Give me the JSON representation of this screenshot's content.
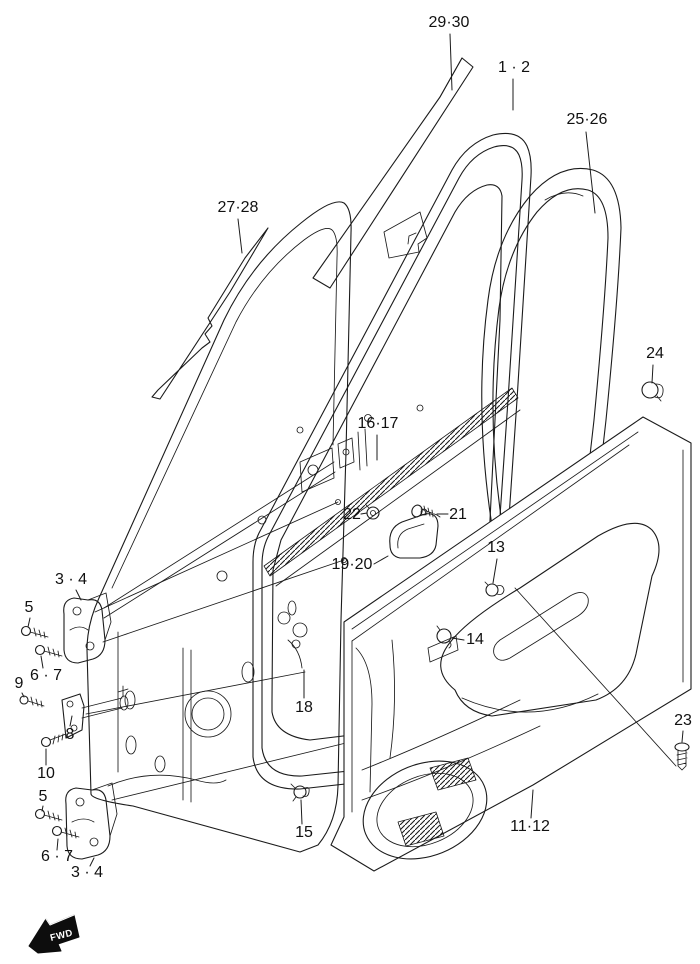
{
  "page": {
    "background": "#ffffff",
    "line_color": "#1b1b1b",
    "description": "Exploded line-art parts diagram of a vehicle front door: outer panel, weatherstrips, sealing tapes, belt molding, trim board, hinges, door check and fasteners."
  },
  "fwd_badge": {
    "label": "FWD"
  },
  "callouts": [
    {
      "ref": "29-30",
      "text": "29·30"
    },
    {
      "ref": "1-2",
      "text": "1 · 2"
    },
    {
      "ref": "25-26",
      "text": "25·26"
    },
    {
      "ref": "27-28",
      "text": "27·28"
    },
    {
      "ref": "24",
      "text": "24"
    },
    {
      "ref": "16-17",
      "text": "16·17"
    },
    {
      "ref": "22",
      "text": "22"
    },
    {
      "ref": "21",
      "text": "21"
    },
    {
      "ref": "19-20",
      "text": "19·20"
    },
    {
      "ref": "13",
      "text": "13"
    },
    {
      "ref": "14",
      "text": "14"
    },
    {
      "ref": "18",
      "text": "18"
    },
    {
      "ref": "15",
      "text": "15"
    },
    {
      "ref": "11-12",
      "text": "11·12"
    },
    {
      "ref": "23",
      "text": "23"
    },
    {
      "ref": "3-4-upper",
      "text": "3 · 4"
    },
    {
      "ref": "5-upper",
      "text": "5"
    },
    {
      "ref": "6-7-upper",
      "text": "6 · 7"
    },
    {
      "ref": "9",
      "text": "9"
    },
    {
      "ref": "8",
      "text": "8"
    },
    {
      "ref": "10",
      "text": "10"
    },
    {
      "ref": "5-lower",
      "text": "5"
    },
    {
      "ref": "6-7-lower",
      "text": "6 · 7"
    },
    {
      "ref": "3-4-lower",
      "text": "3 · 4"
    }
  ]
}
